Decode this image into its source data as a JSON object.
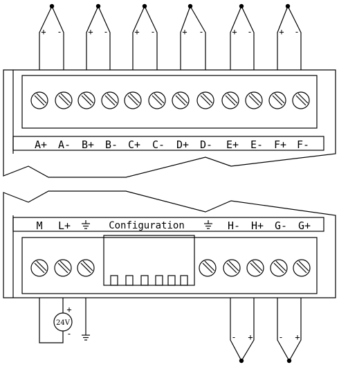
{
  "top_terminal_labels": [
    "A+",
    "A-",
    "B+",
    "B-",
    "C+",
    "C-",
    "D+",
    "D-",
    "E+",
    "E-",
    "F+",
    "F-"
  ],
  "bottom_strip": {
    "left_labels": [
      "M",
      "L+"
    ],
    "configuration_label": "Configuration",
    "right_labels": [
      "H-",
      "H+",
      "G-",
      "G+"
    ]
  },
  "power_source": {
    "label": "24V",
    "plus": "+",
    "minus": "-"
  },
  "polarity": {
    "plus": "+",
    "minus": "-"
  },
  "icons": [
    "thermocouple-junction-icon",
    "screw-terminal-icon",
    "ground-icon",
    "dip-switch-icon"
  ]
}
